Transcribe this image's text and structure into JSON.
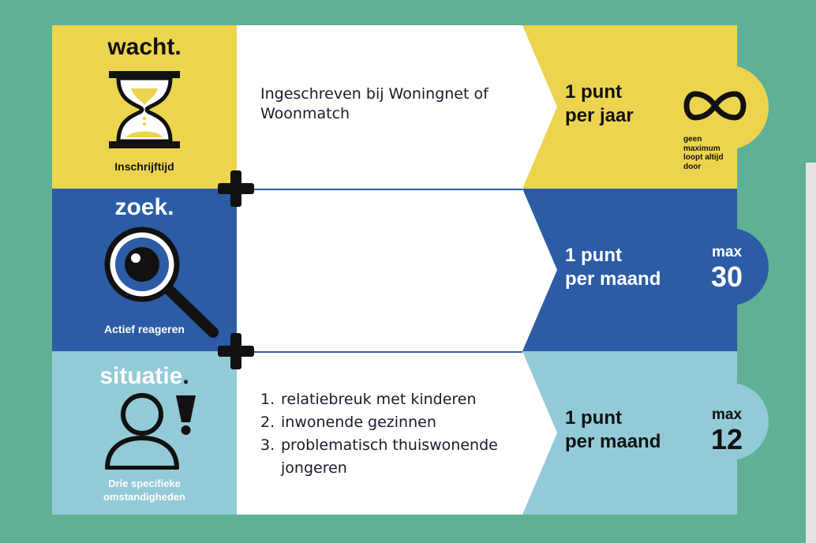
{
  "colors": {
    "background": "#5fb094",
    "yellow": "#edd44f",
    "dark_blue": "#2b5ca5",
    "light_blue": "#93cad8",
    "white": "#ffffff",
    "black": "#111111"
  },
  "rows": [
    {
      "keyword": "wacht",
      "keyword_dot": ".",
      "caption": "Inschrijftijd",
      "icon": "hourglass-icon",
      "description": "Ingeschreven bij Woningnet of Woonmatch",
      "points_line1": "1 punt",
      "points_line2": "per jaar",
      "limit_icon": "infinity-icon",
      "limit_note_lines": [
        "geen",
        "maximum",
        "loopt altijd",
        "door"
      ]
    },
    {
      "keyword": "zoek",
      "keyword_dot": ".",
      "caption": "Actief reageren",
      "icon": "magnifier-eye-icon",
      "description": "",
      "points_line1": "1 punt",
      "points_line2": "per maand",
      "max_label": "max",
      "max_value": "30"
    },
    {
      "keyword": "situatie",
      "keyword_dot": ".",
      "caption_line1": "Drie specifieke",
      "caption_line2": "omstandigheden",
      "icon": "person-exclamation-icon",
      "list": [
        {
          "num": "1.",
          "text": "relatiebreuk met kinderen"
        },
        {
          "num": "2.",
          "text": "inwonende gezinnen"
        },
        {
          "num": "3.",
          "text": "problematisch thuiswonende jongeren"
        }
      ],
      "points_line1": "1 punt",
      "points_line2": "per maand",
      "max_label": "max",
      "max_value": "12"
    }
  ],
  "connectors": [
    "plus-icon",
    "plus-icon"
  ]
}
